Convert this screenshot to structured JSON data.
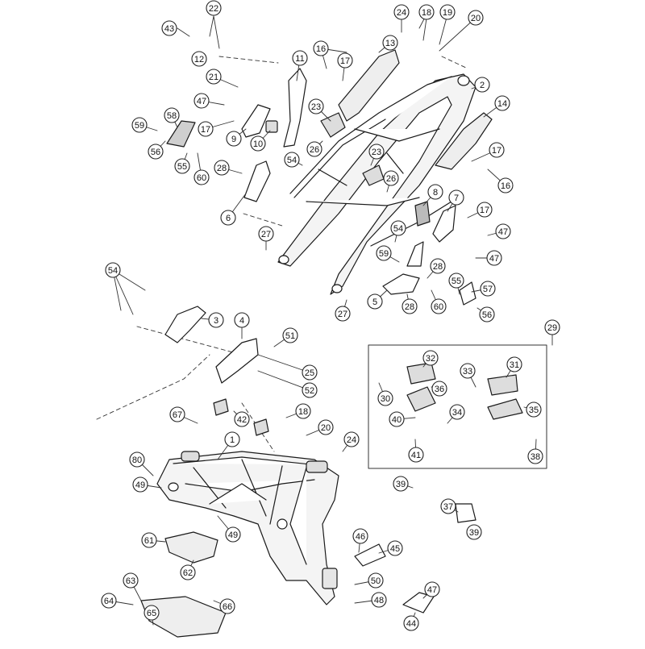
{
  "diagram": {
    "colors": {
      "line": "#1a1a1a",
      "part_fill": "#ffffff",
      "part_shade": "#d9d9d9",
      "callout_fill": "#ffffff",
      "callout_stroke": "#222222",
      "text": "#111111",
      "dash": "#333333"
    },
    "callouts": [
      {
        "n": "43"
      },
      {
        "n": "22"
      },
      {
        "n": "12"
      },
      {
        "n": "24"
      },
      {
        "n": "18"
      },
      {
        "n": "19"
      },
      {
        "n": "20"
      },
      {
        "n": "16"
      },
      {
        "n": "13"
      },
      {
        "n": "11"
      },
      {
        "n": "17"
      },
      {
        "n": "2"
      },
      {
        "n": "21"
      },
      {
        "n": "47"
      },
      {
        "n": "23"
      },
      {
        "n": "14"
      },
      {
        "n": "58"
      },
      {
        "n": "59"
      },
      {
        "n": "17"
      },
      {
        "n": "9"
      },
      {
        "n": "10"
      },
      {
        "n": "26"
      },
      {
        "n": "56"
      },
      {
        "n": "55"
      },
      {
        "n": "60"
      },
      {
        "n": "28"
      },
      {
        "n": "54"
      },
      {
        "n": "23"
      },
      {
        "n": "17"
      },
      {
        "n": "16"
      },
      {
        "n": "26"
      },
      {
        "n": "6"
      },
      {
        "n": "8"
      },
      {
        "n": "7"
      },
      {
        "n": "17"
      },
      {
        "n": "27"
      },
      {
        "n": "54"
      },
      {
        "n": "47"
      },
      {
        "n": "59"
      },
      {
        "n": "47"
      },
      {
        "n": "28"
      },
      {
        "n": "54"
      },
      {
        "n": "55"
      },
      {
        "n": "57"
      },
      {
        "n": "5"
      },
      {
        "n": "28"
      },
      {
        "n": "60"
      },
      {
        "n": "27"
      },
      {
        "n": "56"
      },
      {
        "n": "3"
      },
      {
        "n": "4"
      },
      {
        "n": "51"
      },
      {
        "n": "29"
      },
      {
        "n": "25"
      },
      {
        "n": "52"
      },
      {
        "n": "32"
      },
      {
        "n": "33"
      },
      {
        "n": "31"
      },
      {
        "n": "36"
      },
      {
        "n": "30"
      },
      {
        "n": "34"
      },
      {
        "n": "35"
      },
      {
        "n": "67"
      },
      {
        "n": "42"
      },
      {
        "n": "18"
      },
      {
        "n": "40"
      },
      {
        "n": "1"
      },
      {
        "n": "20"
      },
      {
        "n": "24"
      },
      {
        "n": "41"
      },
      {
        "n": "38"
      },
      {
        "n": "80"
      },
      {
        "n": "49"
      },
      {
        "n": "39"
      },
      {
        "n": "37"
      },
      {
        "n": "61"
      },
      {
        "n": "49"
      },
      {
        "n": "39"
      },
      {
        "n": "46"
      },
      {
        "n": "45"
      },
      {
        "n": "62"
      },
      {
        "n": "63"
      },
      {
        "n": "50"
      },
      {
        "n": "47"
      },
      {
        "n": "64"
      },
      {
        "n": "66"
      },
      {
        "n": "48"
      },
      {
        "n": "65"
      },
      {
        "n": "44"
      }
    ]
  }
}
